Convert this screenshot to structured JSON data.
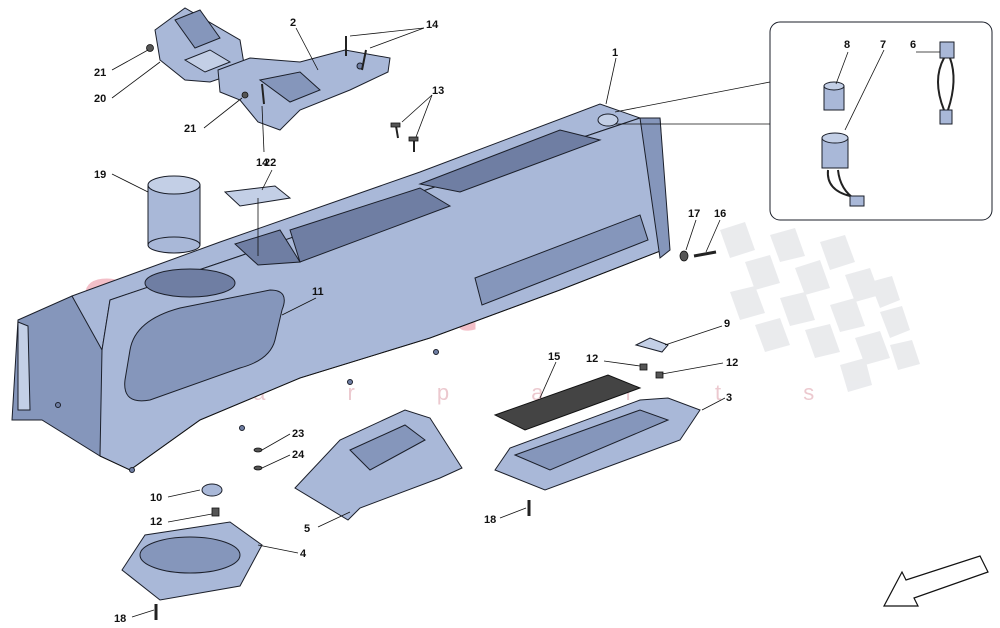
{
  "watermark": {
    "brand": "scuderia",
    "tagline": "c a r p a r t s"
  },
  "callouts": {
    "c1": "1",
    "c2": "2",
    "c3": "3",
    "c4": "4",
    "c5": "5",
    "c6": "6",
    "c7": "7",
    "c8": "8",
    "c9": "9",
    "c10": "10",
    "c11": "11",
    "c12a": "12",
    "c12b": "12",
    "c12c": "12",
    "c13": "13",
    "c14a": "14",
    "c14b": "14",
    "c15": "15",
    "c16": "16",
    "c17": "17",
    "c18a": "18",
    "c18b": "18",
    "c19": "19",
    "c20": "20",
    "c21a": "21",
    "c21b": "21",
    "c22": "22",
    "c23": "23",
    "c24": "24"
  },
  "colors": {
    "part": "#a9b8d8",
    "line": "#1b1f2a",
    "watermark": "#e98a9a",
    "arrow": "#ffffff"
  },
  "icons": {
    "direction": "front-direction-arrow-icon"
  }
}
